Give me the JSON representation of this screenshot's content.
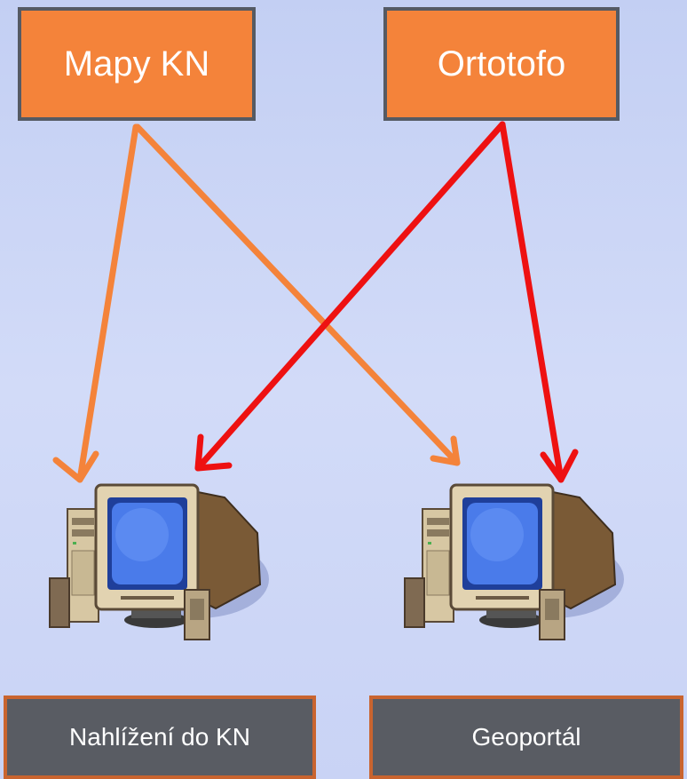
{
  "sources": [
    {
      "label": "Mapy KN"
    },
    {
      "label": "Ortotofo"
    }
  ],
  "targets": [
    {
      "label": "Nahlížení do KN"
    },
    {
      "label": "Geoportál"
    }
  ],
  "arrows": [
    {
      "from": "Mapy KN",
      "to": "Nahlížení do KN",
      "color": "#f4833a"
    },
    {
      "from": "Mapy KN",
      "to": "Geoportál",
      "color": "#f4833a"
    },
    {
      "from": "Ortotofo",
      "to": "Nahlížení do KN",
      "color": "#ee1111"
    },
    {
      "from": "Ortotofo",
      "to": "Geoportál",
      "color": "#ee1111"
    }
  ],
  "icons": [
    "computer-icon",
    "computer-icon"
  ],
  "colors": {
    "source_fill": "#f4833a",
    "target_fill": "#595c63",
    "orange_arrow": "#f4833a",
    "red_arrow": "#ee1111"
  }
}
